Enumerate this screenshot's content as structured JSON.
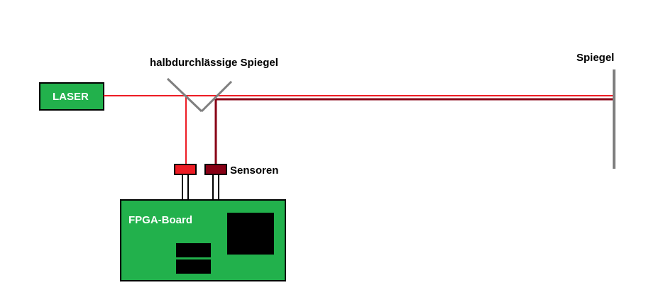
{
  "labels": {
    "laser": "LASER",
    "half_mirror": "halbdurchlässige Spiegel",
    "mirror": "Spiegel",
    "sensors": "Sensoren",
    "fpga": "FPGA-Board"
  },
  "colors": {
    "board_green": "#22b14c",
    "beam_red": "#ed1c24",
    "beam_dark": "#880015",
    "mirror_gray": "#7f7f7f",
    "chip_black": "#000000"
  }
}
